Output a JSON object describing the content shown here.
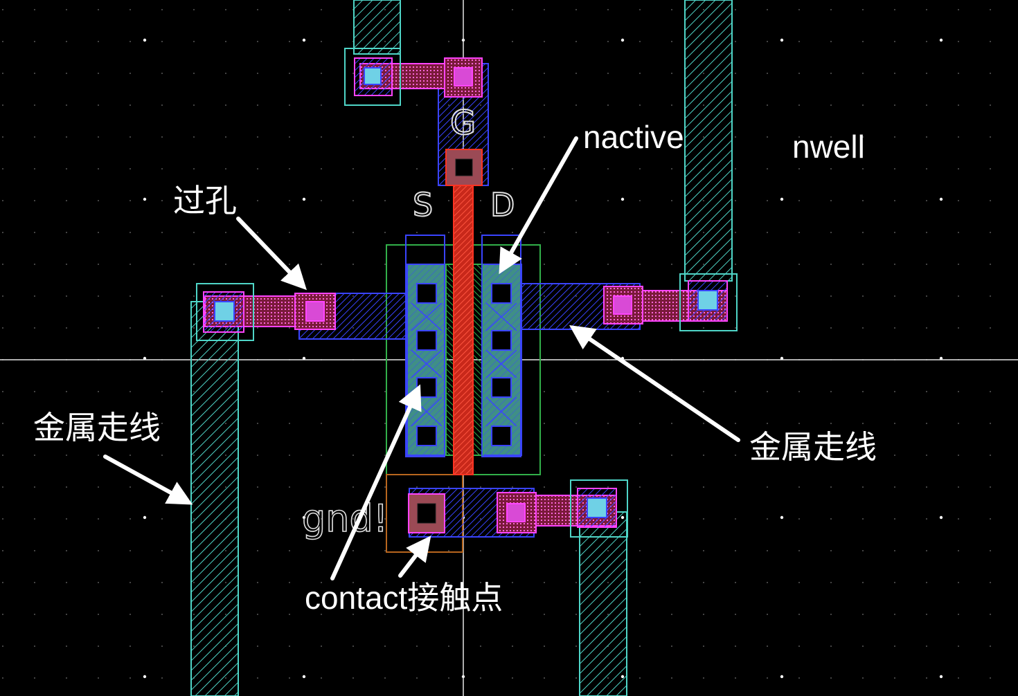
{
  "annotations": {
    "via": "过孔",
    "metal_left": "金属走线",
    "metal_right": "金属走线",
    "nactive": "nactive",
    "nwell": "nwell",
    "contact": "contact接触点"
  },
  "pins": {
    "gate": "G",
    "source": "S",
    "drain": "D",
    "net": "gnd!"
  },
  "colors": {
    "background": "#000000",
    "grid_dot": "#ffffff",
    "crosshair": "#e8e8e8",
    "metal1": "#2e38ff",
    "metal2": "#4fd6c8",
    "via": "#ff44ff",
    "poly": "#ff3322",
    "active": "#32b04a",
    "contact_fill": "#9b4a55",
    "annotation": "#ffffff"
  },
  "icons": {
    "arrow": "white-arrow",
    "via_marker": "via-square",
    "contact_marker": "contact-x-square"
  }
}
